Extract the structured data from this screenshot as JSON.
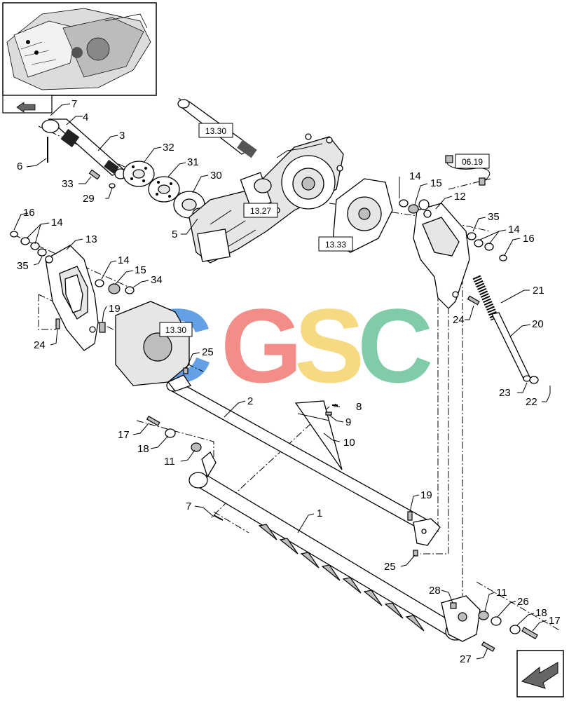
{
  "reference_boxes": [
    "13.30",
    "13.27",
    "13.33",
    "06.19",
    "13.30"
  ],
  "callouts": {
    "c1": "1",
    "c2": "2",
    "c3": "3",
    "c4": "4",
    "c5": "5",
    "c6": "6",
    "c7a": "7",
    "c7b": "7",
    "c8": "8",
    "c9": "9",
    "c10": "10",
    "c11a": "11",
    "c11b": "11",
    "c12": "12",
    "c13": "13",
    "c14a": "14",
    "c14b": "14",
    "c14c": "14",
    "c14d": "14",
    "c15a": "15",
    "c15b": "15",
    "c16a": "16",
    "c16b": "16",
    "c17a": "17",
    "c17b": "17",
    "c18a": "18",
    "c18b": "18",
    "c19a": "19",
    "c19b": "19",
    "c20": "20",
    "c21": "21",
    "c22": "22",
    "c23": "23",
    "c24a": "24",
    "c24b": "24",
    "c25a": "25",
    "c25b": "25",
    "c26": "26",
    "c27": "27",
    "c28": "28",
    "c29": "29",
    "c30": "30",
    "c31": "31",
    "c32": "32",
    "c33": "33",
    "c34": "34",
    "c35a": "35",
    "c35b": "35"
  },
  "watermark": {
    "letters": [
      "C",
      "G",
      "S",
      "C"
    ],
    "colors": [
      "#4a90e2",
      "#f07a73",
      "#f5d36b",
      "#6cc49a"
    ]
  }
}
